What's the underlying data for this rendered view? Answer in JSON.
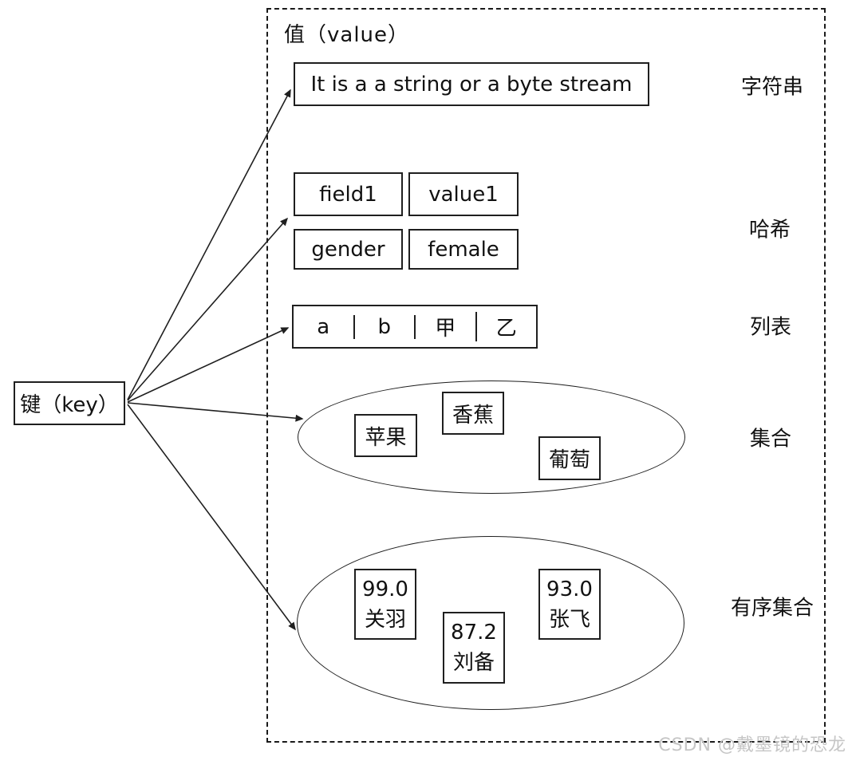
{
  "colors": {
    "ink": "#111111",
    "line": "#1f1f1f",
    "watermark": "#c6c6c6",
    "background": "#ffffff"
  },
  "diagram": {
    "key": {
      "label": "键（key）"
    },
    "value_region": {
      "label": "值（value）"
    },
    "watermark": "CSDN @戴墨镜的恐龙",
    "sections": {
      "string": {
        "type_label": "字符串",
        "content": "It is a a string or a byte stream"
      },
      "hash": {
        "type_label": "哈希",
        "rows": [
          [
            "field1",
            "value1"
          ],
          [
            "gender",
            "female"
          ]
        ]
      },
      "list": {
        "type_label": "列表",
        "items": [
          "a",
          "b",
          "甲",
          "乙"
        ]
      },
      "set": {
        "type_label": "集合",
        "items": [
          "苹果",
          "香蕉",
          "葡萄"
        ]
      },
      "sorted_set": {
        "type_label": "有序集合",
        "items": [
          {
            "score": "99.0",
            "member": "关羽"
          },
          {
            "score": "87.2",
            "member": "刘备"
          },
          {
            "score": "93.0",
            "member": "张飞"
          }
        ]
      }
    }
  }
}
